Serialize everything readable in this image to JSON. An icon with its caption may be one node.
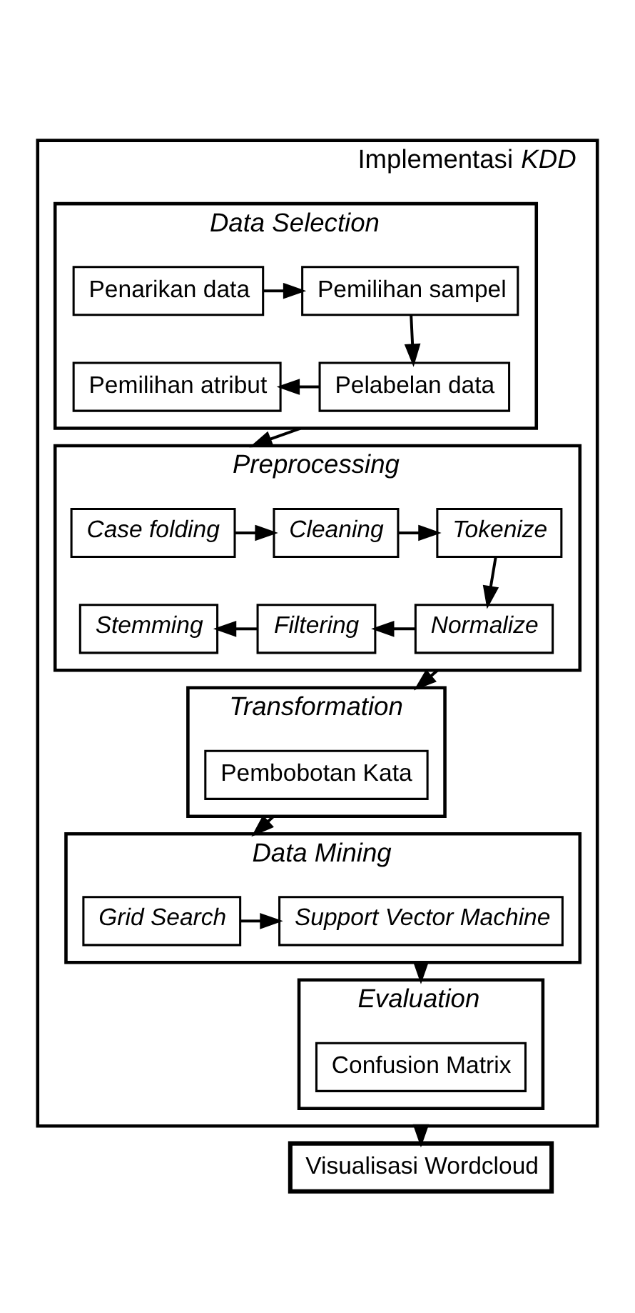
{
  "diagram": {
    "nodes": [
      {
        "text": [
          "Implementasi *KDD*"
        ]
      },
      {
        "text": [
          "Data Selection"
        ],
        "in": 0
      },
      {
        "text": [
          "Penarikan data"
        ],
        "in": 1
      },
      {
        "text": [
          "Pemilihan sampel"
        ],
        "in": 1
      },
      {
        "text": [
          "Pemilihan atribut"
        ],
        "in": 1
      },
      {
        "text": [
          "Pelabelan data"
        ],
        "in": 1
      },
      {
        "text": [
          "Preprocessing"
        ],
        "in": 0
      },
      {
        "text": [
          "Case folding"
        ],
        "in": 6
      },
      {
        "text": [
          "Cleaning"
        ],
        "in": 6
      },
      {
        "text": [
          "Tokenize"
        ],
        "in": 6
      },
      {
        "text": [
          "Stemming"
        ],
        "in": 6
      },
      {
        "text": [
          "Filtering"
        ],
        "in": 6
      },
      {
        "text": [
          "Normalize"
        ],
        "in": 6
      },
      {
        "text": [
          "Transformation"
        ],
        "in": 0
      },
      {
        "text": [
          "Pembobotan Kata"
        ],
        "in": 13
      },
      {
        "text": [
          "Data Mining"
        ],
        "in": 0
      },
      {
        "text": [
          "Grid Search"
        ],
        "in": 15
      },
      {
        "text": [
          "Support Vector Machine"
        ],
        "in": 15
      },
      {
        "text": [
          "Evaluation"
        ],
        "in": 0
      },
      {
        "text": [
          "Confusion Matrix"
        ],
        "in": 18
      },
      {
        "text": [
          "Visualisasi Wordcloud"
        ]
      }
    ],
    "edges": [
      {
        "from": 2,
        "to": 3,
        "arrow": "to"
      },
      {
        "from": 3,
        "to": 5,
        "arrow": "to"
      },
      {
        "from": 5,
        "to": 4,
        "arrow": "to"
      },
      {
        "from": 1,
        "to": 6,
        "arrow": "to"
      },
      {
        "from": 7,
        "to": 8,
        "arrow": "to"
      },
      {
        "from": 8,
        "to": 9,
        "arrow": "to"
      },
      {
        "from": 9,
        "to": 12,
        "arrow": "to"
      },
      {
        "from": 12,
        "to": 11,
        "arrow": "to"
      },
      {
        "from": 11,
        "to": 10,
        "arrow": "to"
      },
      {
        "from": 6,
        "to": 13,
        "arrow": "to"
      },
      {
        "from": 13,
        "to": 15,
        "arrow": "to"
      },
      {
        "from": 16,
        "to": 17,
        "arrow": "to"
      },
      {
        "from": 15,
        "to": 18,
        "arrow": "to"
      },
      {
        "from": 0,
        "to": 20,
        "arrow": "to"
      }
    ]
  }
}
